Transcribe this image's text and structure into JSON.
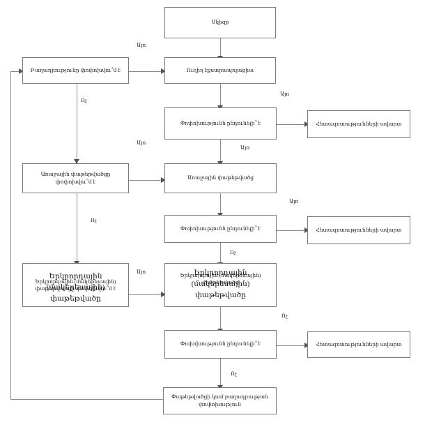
{
  "diagram": {
    "title": "",
    "language": "hy",
    "type": "flowchart",
    "colors": {
      "box_border": "#7a7a7a",
      "line": "#8a8a8a",
      "arrow": "#555555",
      "background": "#ffffff",
      "text": "#1a1a1a"
    },
    "labels": {
      "yes": "Այո",
      "no": "Ոչ"
    },
    "nodes": [
      {
        "id": "start",
        "name": "start-node",
        "text": "Սկիզբ"
      },
      {
        "id": "composition-change-q",
        "name": "composition-change-decision",
        "text": "Բաղադրությունը փոփոխվու՞մ է"
      },
      {
        "id": "direct-extrapolation",
        "name": "direct-extrapolation-node",
        "text": "Ուղիղ էքստրապոլացիա"
      },
      {
        "id": "change-acceptable-1",
        "name": "change-acceptable-decision-1",
        "text": "Փոփոխությունն ընդունելի՞ է"
      },
      {
        "id": "research-end-1",
        "name": "research-end-node-1",
        "text": "Հետազոտությունների ավարտ"
      },
      {
        "id": "primary-package-change-q",
        "name": "primary-package-change-decision",
        "text": "Առաջային փաթեթվածցը\nփոփոխվու՞մ է"
      },
      {
        "id": "primary-package",
        "name": "primary-package-node",
        "text": "Առաջային փաթեթվածց"
      },
      {
        "id": "change-acceptable-2",
        "name": "change-acceptable-decision-2",
        "text": "Փոփոխությունն ընդունելի՞ է"
      },
      {
        "id": "research-end-2",
        "name": "research-end-node-2",
        "text": "Հետազոտությունների ավարտ"
      },
      {
        "id": "secondary-package-change-q",
        "name": "secondary-package-change-decision",
        "big_text": "Երկրորդային\n(մակերեսային)\nփաթեթվածը",
        "small_text": "Երկրորդային (մակերեսային)\nփաթեթվածցը փոփոխվու՞մ է"
      },
      {
        "id": "secondary-package",
        "name": "secondary-package-node",
        "big_text": "Երկրորդային\n(մակերեսային)\nփաթեթվածը",
        "small_text": "Երկրորդային (մակերեսային)\nփաթեթվածց"
      },
      {
        "id": "change-acceptable-3",
        "name": "change-acceptable-decision-3",
        "text": "Փոփոխությունն ընդունելի՞ է"
      },
      {
        "id": "research-end-3",
        "name": "research-end-node-3",
        "text": "Հետազոտությունների ավարտ"
      },
      {
        "id": "package-or-composition-change",
        "name": "package-or-composition-change-node",
        "text": "Փաթեթվածցի կամ բաղադրության\nփոփոխություն"
      }
    ],
    "edge_labels": [
      {
        "id": "e1",
        "name": "edge-label-yes-1",
        "text": "Այո"
      },
      {
        "id": "e2",
        "name": "edge-label-no-1",
        "text": "Ոչ"
      },
      {
        "id": "e3",
        "name": "edge-label-yes-2",
        "text": "Այո"
      },
      {
        "id": "e4",
        "name": "edge-label-yes-3",
        "text": "Այո"
      },
      {
        "id": "e5",
        "name": "edge-label-no-2",
        "text": "Ոչ"
      },
      {
        "id": "e6",
        "name": "edge-label-yes-4",
        "text": "Այո"
      },
      {
        "id": "e7",
        "name": "edge-label-yes-5",
        "text": "Այո"
      },
      {
        "id": "e8",
        "name": "edge-label-no-3",
        "text": "Ոչ"
      },
      {
        "id": "e9",
        "name": "edge-label-yes-6",
        "text": "Այո"
      },
      {
        "id": "e10",
        "name": "edge-label-no-4",
        "text": "Ոչ"
      }
    ]
  }
}
